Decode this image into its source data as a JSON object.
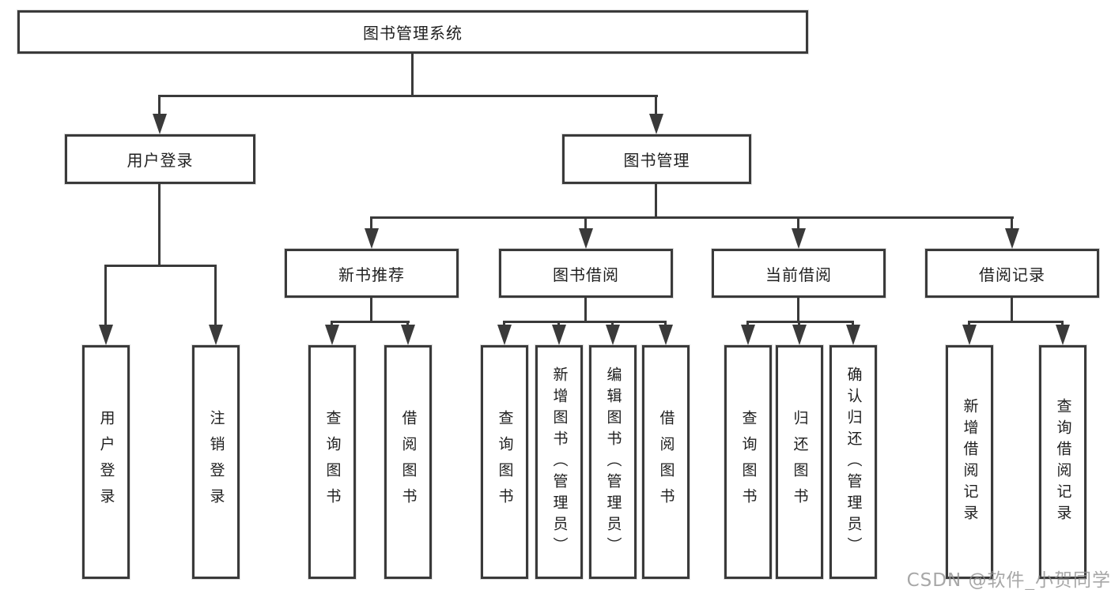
{
  "tree": {
    "root": {
      "label": "图书管理系统",
      "children": [
        {
          "label": "用户登录",
          "children": [
            {
              "label": "用户登录"
            },
            {
              "label": "注销登录"
            }
          ]
        },
        {
          "label": "图书管理",
          "children": [
            {
              "label": "新书推荐",
              "children": [
                {
                  "label": "查询图书"
                },
                {
                  "label": "借阅图书"
                }
              ]
            },
            {
              "label": "图书借阅",
              "children": [
                {
                  "label": "查询图书"
                },
                {
                  "label": "新增图书（管理员）"
                },
                {
                  "label": "编辑图书（管理员）"
                },
                {
                  "label": "借阅图书"
                }
              ]
            },
            {
              "label": "当前借阅",
              "children": [
                {
                  "label": "查询图书"
                },
                {
                  "label": "归还图书"
                },
                {
                  "label": "确认归还（管理员）"
                }
              ]
            },
            {
              "label": "借阅记录",
              "children": [
                {
                  "label": "新增借阅记录"
                },
                {
                  "label": "查询借阅记录"
                }
              ]
            }
          ]
        }
      ]
    }
  },
  "watermark": {
    "text": "CSDN @软件_小贺同学"
  },
  "colors": {
    "line": "#3a3a3a",
    "box_border": "#3a3a3a",
    "background": "#ffffff",
    "text": "#1f1f1f",
    "watermark": "#919191"
  }
}
